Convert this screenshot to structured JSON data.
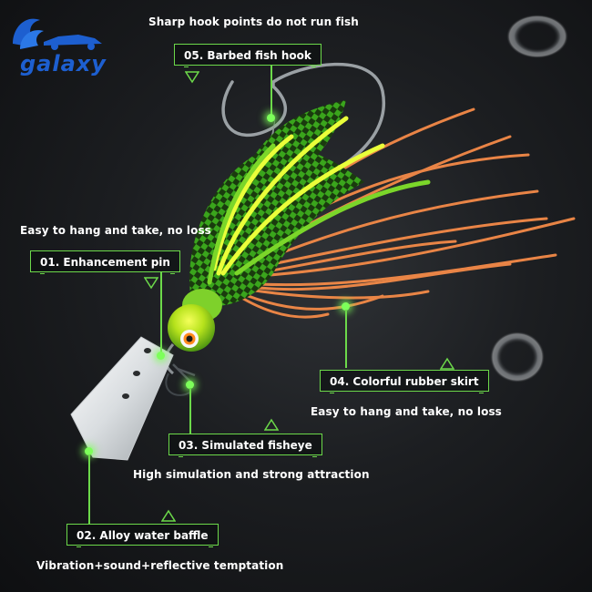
{
  "brand": {
    "name": "galaxy",
    "color": "#1d5fd0"
  },
  "accent_color": "#6cd94a",
  "callouts": {
    "hook": {
      "label": "05. Barbed fish hook",
      "caption": "Sharp hook points do not run fish"
    },
    "pin": {
      "label": "01. Enhancement pin",
      "caption": "Easy to hang and take, no loss"
    },
    "skirt": {
      "label": "04. Colorful rubber skirt",
      "caption": "Easy to hang and take, no loss"
    },
    "fisheye": {
      "label": "03. Simulated fisheye",
      "caption": "High simulation and strong attraction"
    },
    "baffle": {
      "label": "02. Alloy water baffle",
      "caption": "Vibration+sound+reflective temptation"
    }
  },
  "icons": [
    "galaxy-logo-icon",
    "fishing-lure-image",
    "bubble-icon"
  ]
}
